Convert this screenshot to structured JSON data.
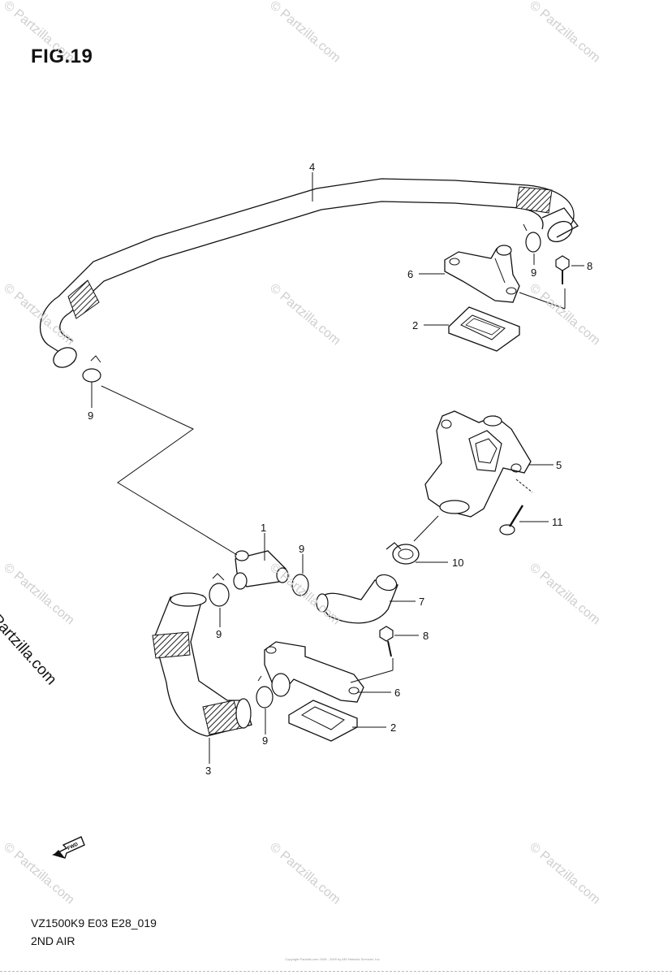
{
  "figure": {
    "title": "FIG.19",
    "model_code": "VZ1500K9 E03 E28_019",
    "section_name": "2ND AIR",
    "fwd_label": "FWD",
    "copyright": "Copyright Partzilla.com 2008 - 2009 by ARI Network Services, Inc."
  },
  "watermarks": {
    "side_text": "© Partzilla.com",
    "tile_text": "© Partzilla.com",
    "tile_count": 15
  },
  "callouts": [
    {
      "number": "4",
      "part": "hose-upper"
    },
    {
      "number": "6",
      "part": "cover-upper"
    },
    {
      "number": "9",
      "part": "clamp-upper-right"
    },
    {
      "number": "8",
      "part": "bolt-upper"
    },
    {
      "number": "2",
      "part": "reed-valve-upper"
    },
    {
      "number": "9",
      "part": "clamp-upper-left"
    },
    {
      "number": "5",
      "part": "pair-valve"
    },
    {
      "number": "11",
      "part": "screw"
    },
    {
      "number": "1",
      "part": "t-joint"
    },
    {
      "number": "9",
      "part": "clamp-middle"
    },
    {
      "number": "10",
      "part": "clamp-valve"
    },
    {
      "number": "7",
      "part": "hose-short"
    },
    {
      "number": "9",
      "part": "clamp-lower-left"
    },
    {
      "number": "8",
      "part": "bolt-lower"
    },
    {
      "number": "6",
      "part": "cover-lower"
    },
    {
      "number": "2",
      "part": "reed-valve-lower"
    },
    {
      "number": "9",
      "part": "clamp-lower"
    },
    {
      "number": "3",
      "part": "hose-lower"
    }
  ],
  "colors": {
    "line": "#111111",
    "watermark": "#cfcfcf"
  }
}
